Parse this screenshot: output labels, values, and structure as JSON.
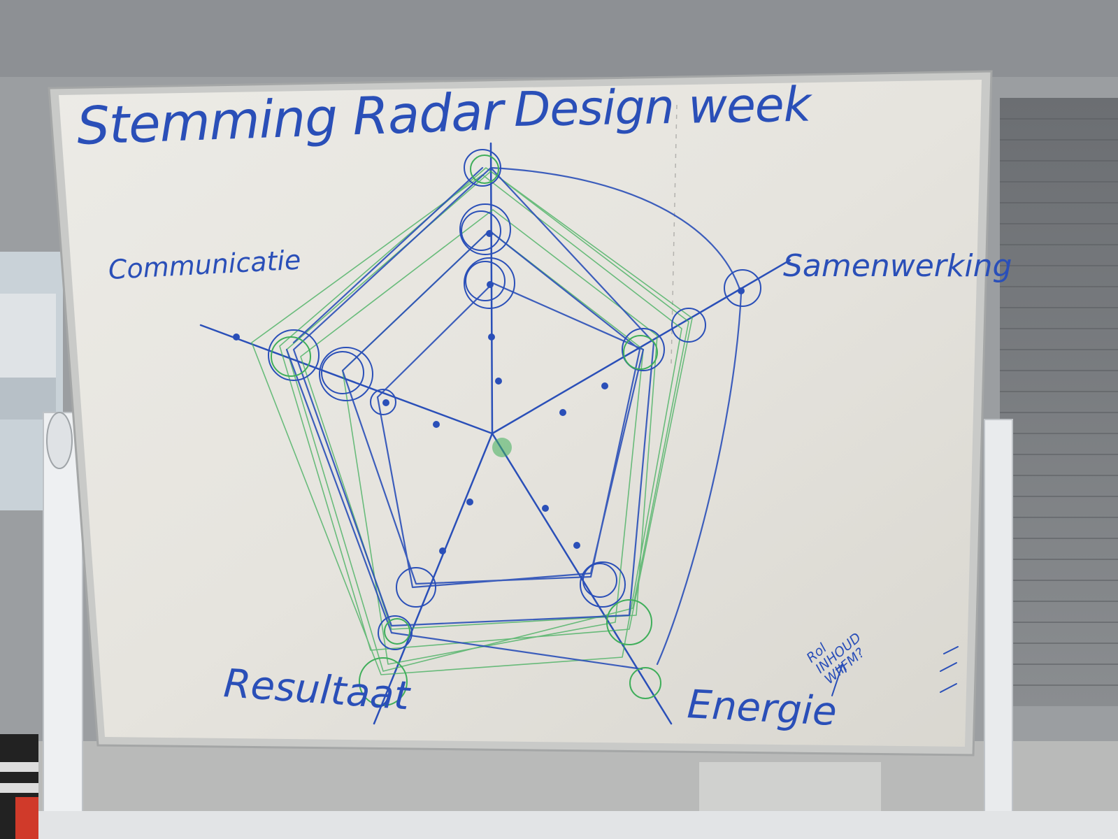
{
  "whiteboard": {
    "title_left": "Stemming Radar",
    "title_right": "Design week",
    "axes": [
      {
        "label": "Samenwerking"
      },
      {
        "label": "Energie"
      },
      {
        "label": "Resultaat"
      },
      {
        "label": "Communicatie"
      }
    ],
    "corner_note": [
      "Rol",
      "INHOUD",
      "WIIFM?"
    ]
  },
  "colors": {
    "marker_blue": "#2a4fb8",
    "marker_green": "#3fae5a",
    "board": "#e9e8e2",
    "frame": "#c7c8c6"
  }
}
